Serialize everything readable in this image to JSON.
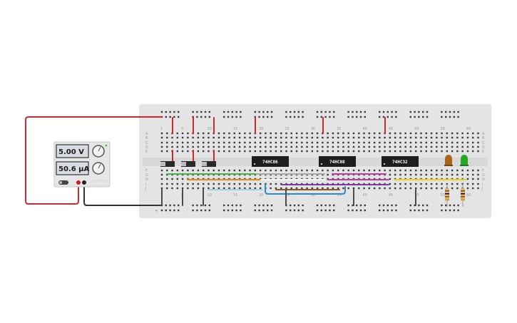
{
  "power_supply": {
    "voltage_display": "5.00 V",
    "current_display": "50.6 µA"
  },
  "chips": [
    {
      "label": "74HC86"
    },
    {
      "label": "74HC08"
    },
    {
      "label": "74HC32"
    }
  ],
  "breadboard": {
    "row_letters_top": [
      "A",
      "B",
      "C",
      "D",
      "E"
    ],
    "row_letters_bottom": [
      "F",
      "G",
      "H",
      "I",
      "J"
    ],
    "column_numbers": [
      "1",
      "5",
      "10",
      "15",
      "20",
      "25",
      "30",
      "35",
      "40",
      "45",
      "50",
      "55",
      "60"
    ],
    "rail_plus_label": "+"
  },
  "colors": {
    "breadboard": "#e4e4e4",
    "red_wire": "#d0282c",
    "black_wire": "#333333",
    "chip": "#1e1e1e",
    "led_orange": "#a8651a",
    "led_green": "#2aa52a"
  }
}
